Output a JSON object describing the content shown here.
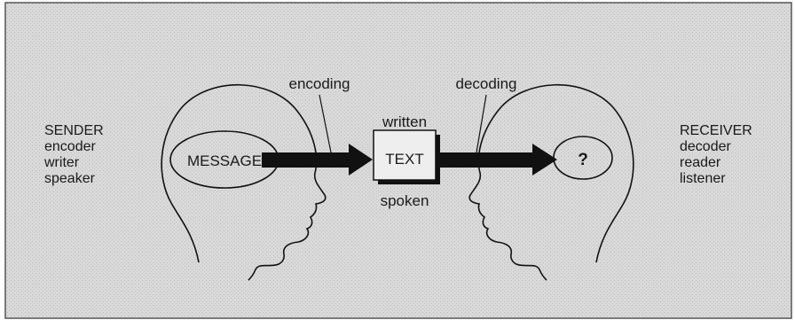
{
  "sender": {
    "title": "SENDER",
    "roles": [
      "encoder",
      "writer",
      "speaker"
    ]
  },
  "receiver": {
    "title": "RECEIVER",
    "roles": [
      "decoder",
      "reader",
      "listener"
    ]
  },
  "message_label": "MESSAGE",
  "text_box_label": "TEXT",
  "written_label": "written",
  "spoken_label": "spoken",
  "encoding_label": "encoding",
  "decoding_label": "decoding",
  "unknown_label": "?",
  "colors": {
    "background": "#dcdcdc",
    "frame": "#555555",
    "ink": "#111111",
    "box_fill": "#eeeeee"
  }
}
